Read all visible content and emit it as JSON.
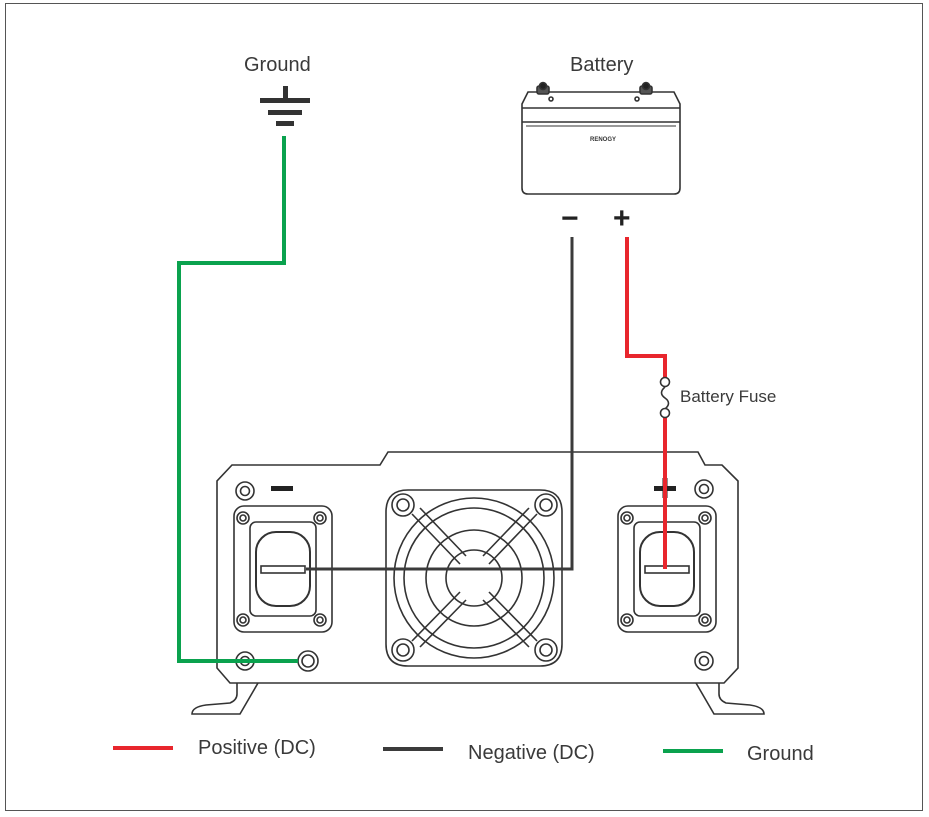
{
  "labels": {
    "ground": "Ground",
    "battery": "Battery",
    "battery_brand": "RENOGY",
    "battery_fuse": "Battery Fuse",
    "minus": "−",
    "plus": "+"
  },
  "legend": [
    {
      "label": "Positive (DC)",
      "color": "#e8262d"
    },
    {
      "label": "Negative (DC)",
      "color": "#3b3b3b"
    },
    {
      "label": "Ground",
      "color": "#0aa24e"
    }
  ],
  "colors": {
    "positive": "#e8262d",
    "negative": "#3b3b3b",
    "ground": "#0aa24e",
    "outline": "#333333"
  }
}
